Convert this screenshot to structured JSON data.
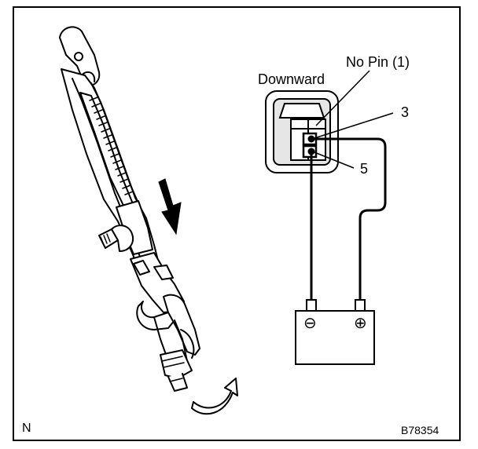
{
  "labels": {
    "connector_side": "Downward",
    "no_pin": "No Pin (1)",
    "pin_3": "3",
    "pin_5": "5",
    "corner_mark": "N",
    "figure_code": "B78354"
  },
  "battery": {
    "negative_symbol": "⊖",
    "positive_symbol": "⊕"
  },
  "colors": {
    "ink": "#000000",
    "paper": "#ffffff",
    "connector_shade": "#e6e6e6"
  }
}
